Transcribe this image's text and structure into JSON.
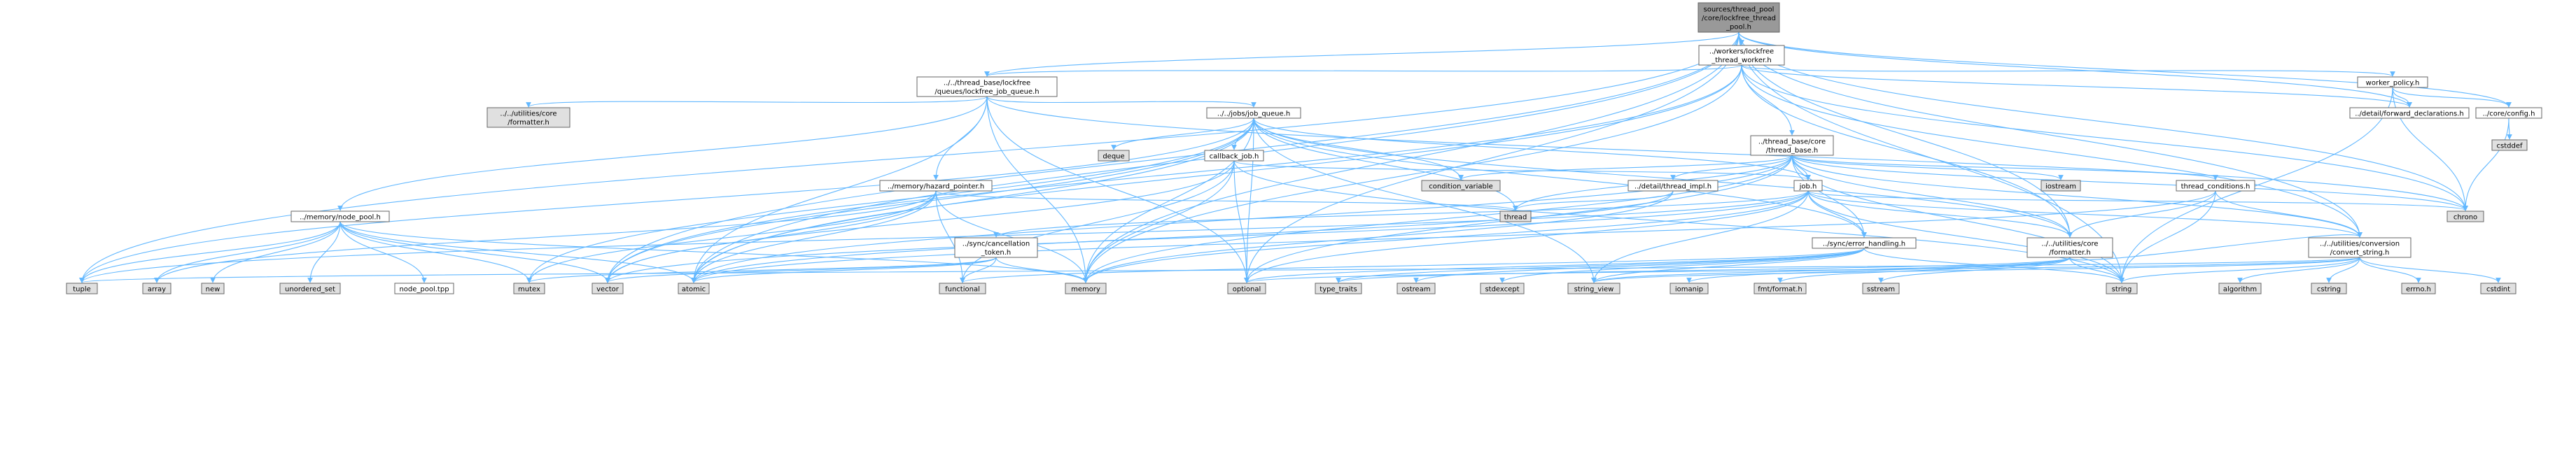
{
  "colors": {
    "root_fill": "#999999",
    "internal_fill": "#ffffff",
    "system_fill": "#e0e0e0",
    "border": "#666666",
    "edge": "#63b8ff"
  },
  "nodes": [
    {
      "id": "root",
      "kind": "root",
      "lines": [
        "sources/thread_pool",
        "/core/lockfree_thread",
        "_pool.h"
      ]
    },
    {
      "id": "lockfree_thread_worker",
      "kind": "internal",
      "lines": [
        "../workers/lockfree",
        "_thread_worker.h"
      ]
    },
    {
      "id": "lockfree_job_queue",
      "kind": "internal",
      "lines": [
        "../../thread_base/lockfree",
        "/queues/lockfree_job_queue.h"
      ]
    },
    {
      "id": "worker_policy",
      "kind": "internal",
      "lines": [
        "worker_policy.h"
      ]
    },
    {
      "id": "forward_declarations",
      "kind": "internal",
      "lines": [
        "../detail/forward_declarations.h"
      ]
    },
    {
      "id": "core_config",
      "kind": "internal",
      "lines": [
        "../core/config.h"
      ]
    },
    {
      "id": "cstddef",
      "kind": "system",
      "lines": [
        "cstddef"
      ]
    },
    {
      "id": "utilities_core_formatter_h",
      "kind": "system",
      "lines": [
        "../../utilities/core",
        "/formatter.h"
      ]
    },
    {
      "id": "job_queue",
      "kind": "internal",
      "lines": [
        "../../jobs/job_queue.h"
      ]
    },
    {
      "id": "thread_base",
      "kind": "internal",
      "lines": [
        "../thread_base/core",
        "/thread_base.h"
      ]
    },
    {
      "id": "deque",
      "kind": "system",
      "lines": [
        "deque"
      ]
    },
    {
      "id": "callback_job",
      "kind": "internal",
      "lines": [
        "callback_job.h"
      ]
    },
    {
      "id": "condition_variable",
      "kind": "system",
      "lines": [
        "condition_variable"
      ]
    },
    {
      "id": "thread_impl",
      "kind": "internal",
      "lines": [
        "../detail/thread_impl.h"
      ]
    },
    {
      "id": "job",
      "kind": "internal",
      "lines": [
        "job.h"
      ]
    },
    {
      "id": "iostream",
      "kind": "system",
      "lines": [
        "iostream"
      ]
    },
    {
      "id": "thread_conditions",
      "kind": "internal",
      "lines": [
        "thread_conditions.h"
      ]
    },
    {
      "id": "hazard_pointer",
      "kind": "internal",
      "lines": [
        "../memory/hazard_pointer.h"
      ]
    },
    {
      "id": "thread",
      "kind": "system",
      "lines": [
        "thread"
      ]
    },
    {
      "id": "chrono",
      "kind": "system",
      "lines": [
        "chrono"
      ]
    },
    {
      "id": "node_pool",
      "kind": "internal",
      "lines": [
        "../memory/node_pool.h"
      ]
    },
    {
      "id": "cancellation_token",
      "kind": "internal",
      "lines": [
        "../sync/cancellation",
        "_token.h"
      ]
    },
    {
      "id": "error_handling",
      "kind": "internal",
      "lines": [
        "../sync/error_handling.h"
      ]
    },
    {
      "id": "utilities_core_formatter",
      "kind": "internal",
      "lines": [
        "../../utilities/core",
        "/formatter.h"
      ]
    },
    {
      "id": "convert_string",
      "kind": "internal",
      "lines": [
        "../../utilities/conversion",
        "/convert_string.h"
      ]
    },
    {
      "id": "tuple",
      "kind": "system",
      "lines": [
        "tuple"
      ]
    },
    {
      "id": "array",
      "kind": "system",
      "lines": [
        "array"
      ]
    },
    {
      "id": "new",
      "kind": "system",
      "lines": [
        "new"
      ]
    },
    {
      "id": "unordered_set",
      "kind": "system",
      "lines": [
        "unordered_set"
      ]
    },
    {
      "id": "node_pool_tpp",
      "kind": "internal",
      "lines": [
        "node_pool.tpp"
      ]
    },
    {
      "id": "mutex",
      "kind": "system",
      "lines": [
        "mutex"
      ]
    },
    {
      "id": "vector",
      "kind": "system",
      "lines": [
        "vector"
      ]
    },
    {
      "id": "atomic",
      "kind": "system",
      "lines": [
        "atomic"
      ]
    },
    {
      "id": "functional",
      "kind": "system",
      "lines": [
        "functional"
      ]
    },
    {
      "id": "memory",
      "kind": "system",
      "lines": [
        "memory"
      ]
    },
    {
      "id": "optional",
      "kind": "system",
      "lines": [
        "optional"
      ]
    },
    {
      "id": "type_traits",
      "kind": "system",
      "lines": [
        "type_traits"
      ]
    },
    {
      "id": "ostream",
      "kind": "system",
      "lines": [
        "ostream"
      ]
    },
    {
      "id": "stdexcept",
      "kind": "system",
      "lines": [
        "stdexcept"
      ]
    },
    {
      "id": "string_view",
      "kind": "system",
      "lines": [
        "string_view"
      ]
    },
    {
      "id": "iomanip",
      "kind": "system",
      "lines": [
        "iomanip"
      ]
    },
    {
      "id": "fmt_format",
      "kind": "system",
      "lines": [
        "fmt/format.h"
      ]
    },
    {
      "id": "sstream",
      "kind": "system",
      "lines": [
        "sstream"
      ]
    },
    {
      "id": "string",
      "kind": "system",
      "lines": [
        "string"
      ]
    },
    {
      "id": "algorithm",
      "kind": "system",
      "lines": [
        "algorithm"
      ]
    },
    {
      "id": "cstring",
      "kind": "system",
      "lines": [
        "cstring"
      ]
    },
    {
      "id": "errno_h",
      "kind": "system",
      "lines": [
        "errno.h"
      ]
    },
    {
      "id": "cstdint",
      "kind": "system",
      "lines": [
        "cstdint"
      ]
    }
  ],
  "edges": [
    [
      "root",
      "lockfree_thread_worker"
    ],
    [
      "root",
      "lockfree_job_queue"
    ],
    [
      "root",
      "forward_declarations"
    ],
    [
      "root",
      "core_config"
    ],
    [
      "root",
      "utilities_core_formatter"
    ],
    [
      "root",
      "convert_string"
    ],
    [
      "root",
      "vector"
    ],
    [
      "root",
      "atomic"
    ],
    [
      "root",
      "memory"
    ],
    [
      "root",
      "optional"
    ],
    [
      "root",
      "tuple"
    ],
    [
      "root",
      "string"
    ],
    [
      "root",
      "chrono"
    ],
    [
      "lockfree_thread_worker",
      "lockfree_job_queue"
    ],
    [
      "lockfree_thread_worker",
      "thread_base"
    ],
    [
      "lockfree_thread_worker",
      "worker_policy"
    ],
    [
      "lockfree_thread_worker",
      "forward_declarations"
    ],
    [
      "lockfree_thread_worker",
      "utilities_core_formatter"
    ],
    [
      "lockfree_thread_worker",
      "convert_string"
    ],
    [
      "lockfree_thread_worker",
      "atomic"
    ],
    [
      "lockfree_thread_worker",
      "memory"
    ],
    [
      "lockfree_thread_worker",
      "chrono"
    ],
    [
      "lockfree_thread_worker",
      "vector"
    ],
    [
      "worker_policy",
      "forward_declarations"
    ],
    [
      "worker_policy",
      "core_config"
    ],
    [
      "worker_policy",
      "chrono"
    ],
    [
      "worker_policy",
      "string"
    ],
    [
      "core_config",
      "cstddef"
    ],
    [
      "core_config",
      "chrono"
    ],
    [
      "lockfree_job_queue",
      "job_queue"
    ],
    [
      "lockfree_job_queue",
      "hazard_pointer"
    ],
    [
      "lockfree_job_queue",
      "node_pool"
    ],
    [
      "lockfree_job_queue",
      "utilities_core_formatter_h"
    ],
    [
      "lockfree_job_queue",
      "atomic"
    ],
    [
      "lockfree_job_queue",
      "memory"
    ],
    [
      "lockfree_job_queue",
      "optional"
    ],
    [
      "lockfree_job_queue",
      "chrono"
    ],
    [
      "job_queue",
      "deque"
    ],
    [
      "job_queue",
      "callback_job"
    ],
    [
      "job_queue",
      "condition_variable"
    ],
    [
      "job_queue",
      "job"
    ],
    [
      "job_queue",
      "mutex"
    ],
    [
      "job_queue",
      "atomic"
    ],
    [
      "job_queue",
      "memory"
    ],
    [
      "job_queue",
      "optional"
    ],
    [
      "job_queue",
      "tuple"
    ],
    [
      "job_queue",
      "vector"
    ],
    [
      "job_queue",
      "string_view"
    ],
    [
      "job_queue",
      "utilities_core_formatter"
    ],
    [
      "job_queue",
      "error_handling"
    ],
    [
      "job_queue",
      "thread"
    ],
    [
      "callback_job",
      "job"
    ],
    [
      "callback_job",
      "functional"
    ],
    [
      "callback_job",
      "memory"
    ],
    [
      "callback_job",
      "optional"
    ],
    [
      "callback_job",
      "string"
    ],
    [
      "callback_job",
      "vector"
    ],
    [
      "thread_base",
      "condition_variable"
    ],
    [
      "thread_base",
      "thread_impl"
    ],
    [
      "thread_base",
      "job"
    ],
    [
      "thread_base",
      "iostream"
    ],
    [
      "thread_base",
      "thread_conditions"
    ],
    [
      "thread_base",
      "thread"
    ],
    [
      "thread_base",
      "error_handling"
    ],
    [
      "thread_base",
      "utilities_core_formatter"
    ],
    [
      "thread_base",
      "convert_string"
    ],
    [
      "thread_base",
      "atomic"
    ],
    [
      "thread_base",
      "memory"
    ],
    [
      "thread_base",
      "optional"
    ],
    [
      "thread_base",
      "string"
    ],
    [
      "thread_base",
      "chrono"
    ],
    [
      "thread_impl",
      "thread"
    ],
    [
      "thread_impl",
      "memory"
    ],
    [
      "thread_impl",
      "atomic"
    ],
    [
      "job",
      "cancellation_token"
    ],
    [
      "job",
      "error_handling"
    ],
    [
      "job",
      "utilities_core_formatter"
    ],
    [
      "job",
      "convert_string"
    ],
    [
      "job",
      "chrono"
    ],
    [
      "job",
      "memory"
    ],
    [
      "job",
      "optional"
    ],
    [
      "job",
      "string"
    ],
    [
      "job",
      "string_view"
    ],
    [
      "job",
      "tuple"
    ],
    [
      "job",
      "vector"
    ],
    [
      "thread_conditions",
      "utilities_core_formatter"
    ],
    [
      "thread_conditions",
      "convert_string"
    ],
    [
      "thread_conditions",
      "atomic"
    ],
    [
      "thread_conditions",
      "string"
    ],
    [
      "hazard_pointer",
      "array"
    ],
    [
      "hazard_pointer",
      "atomic"
    ],
    [
      "hazard_pointer",
      "functional"
    ],
    [
      "hazard_pointer",
      "memory"
    ],
    [
      "hazard_pointer",
      "thread"
    ],
    [
      "hazard_pointer",
      "vector"
    ],
    [
      "hazard_pointer",
      "mutex"
    ],
    [
      "node_pool",
      "tuple"
    ],
    [
      "node_pool",
      "array"
    ],
    [
      "node_pool",
      "new"
    ],
    [
      "node_pool",
      "unordered_set"
    ],
    [
      "node_pool",
      "node_pool_tpp"
    ],
    [
      "node_pool",
      "mutex"
    ],
    [
      "node_pool",
      "vector"
    ],
    [
      "node_pool",
      "atomic"
    ],
    [
      "node_pool",
      "memory"
    ],
    [
      "cancellation_token",
      "mutex"
    ],
    [
      "cancellation_token",
      "vector"
    ],
    [
      "cancellation_token",
      "atomic"
    ],
    [
      "cancellation_token",
      "functional"
    ],
    [
      "cancellation_token",
      "memory"
    ],
    [
      "error_handling",
      "optional"
    ],
    [
      "error_handling",
      "type_traits"
    ],
    [
      "error_handling",
      "ostream"
    ],
    [
      "error_handling",
      "stdexcept"
    ],
    [
      "error_handling",
      "string_view"
    ],
    [
      "error_handling",
      "string"
    ],
    [
      "error_handling",
      "functional"
    ],
    [
      "utilities_core_formatter",
      "type_traits"
    ],
    [
      "utilities_core_formatter",
      "string_view"
    ],
    [
      "utilities_core_formatter",
      "iomanip"
    ],
    [
      "utilities_core_formatter",
      "fmt_format"
    ],
    [
      "utilities_core_formatter",
      "sstream"
    ],
    [
      "utilities_core_formatter",
      "string"
    ],
    [
      "utilities_core_formatter",
      "convert_string"
    ],
    [
      "convert_string",
      "string"
    ],
    [
      "convert_string",
      "algorithm"
    ],
    [
      "convert_string",
      "cstring"
    ],
    [
      "convert_string",
      "errno_h"
    ],
    [
      "convert_string",
      "cstdint"
    ],
    [
      "convert_string",
      "optional"
    ],
    [
      "convert_string",
      "string_view"
    ],
    [
      "convert_string",
      "tuple"
    ]
  ]
}
